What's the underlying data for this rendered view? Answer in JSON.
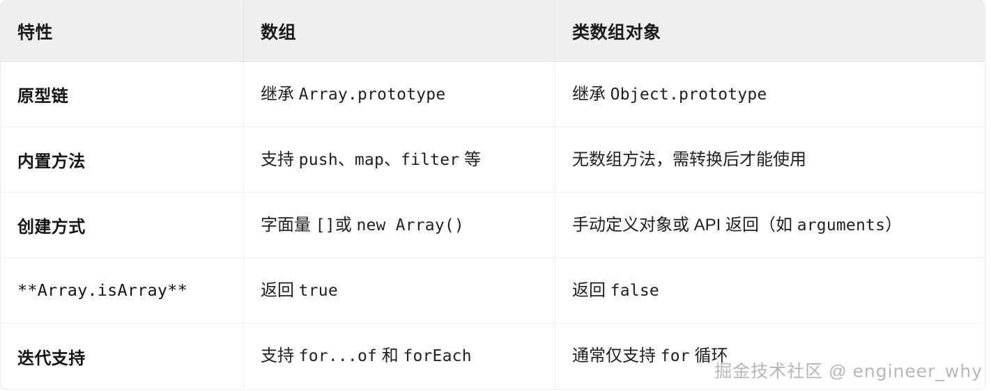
{
  "table": {
    "columns": [
      {
        "key": "feature",
        "label": "特性"
      },
      {
        "key": "array",
        "label": "数组"
      },
      {
        "key": "arraylike",
        "label": "类数组对象"
      }
    ],
    "rows": [
      {
        "feature": "原型链",
        "array_cjk_pre": "继承 ",
        "array_code": "Array.prototype",
        "array_cjk_post": "",
        "arraylike_cjk_pre": "继承 ",
        "arraylike_code": "Object.prototype",
        "arraylike_cjk_post": ""
      },
      {
        "feature": "内置方法",
        "array_cjk_pre": "支持 ",
        "array_code": "push",
        "array_mid1": "、",
        "array_code2": "map",
        "array_mid2": "、",
        "array_code3": "filter",
        "array_cjk_post": " 等",
        "arraylike_cjk_pre": "无数组方法，需转换后才能使用",
        "arraylike_code": "",
        "arraylike_cjk_post": ""
      },
      {
        "feature": "创建方式",
        "array_cjk_pre": "字面量 ",
        "array_code": "[]",
        "array_mid1": "或 ",
        "array_code2": "new Array()",
        "array_cjk_post": "",
        "arraylike_cjk_pre": "手动定义对象或 API 返回（如 ",
        "arraylike_code": "arguments",
        "arraylike_cjk_post": "）"
      },
      {
        "feature": "**Array.isArray**",
        "feature_is_code": true,
        "array_cjk_pre": "返回 ",
        "array_code": "true",
        "array_cjk_post": "",
        "arraylike_cjk_pre": "返回 ",
        "arraylike_code": "false",
        "arraylike_cjk_post": ""
      },
      {
        "feature": "迭代支持",
        "array_cjk_pre": "支持 ",
        "array_code": "for...of",
        "array_mid1": " 和 ",
        "array_code2": "forEach",
        "array_cjk_post": "",
        "arraylike_cjk_pre": "通常仅支持 ",
        "arraylike_code": "for",
        "arraylike_cjk_post": " 循环"
      }
    ]
  },
  "watermark": {
    "site": "掘金技术社区",
    "separator": " @ ",
    "handle": "engineer_why"
  },
  "colors": {
    "header_bg": "#efefef",
    "body_bg": "#ffffff",
    "border": "#ebebeb",
    "text": "#1f1f1f",
    "watermark": "#b3b3b3"
  }
}
